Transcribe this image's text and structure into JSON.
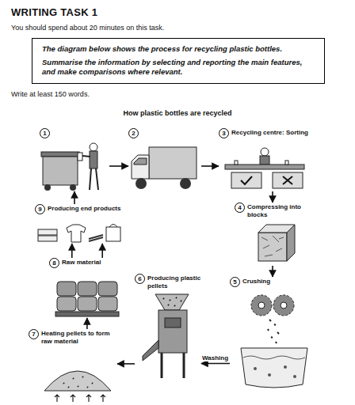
{
  "diagram": {
    "title": "How plastic bottles are recycled",
    "nodes": [
      {
        "text": [
          "The diagram below shows the process for recycling plastic bottles.",
          "Summarise the information by selecting and reporting the main features, and make comparisons where relevant."
        ]
      },
      {
        "text": [
          "1"
        ]
      },
      {
        "text": [
          "2"
        ]
      },
      {
        "text": [
          "3",
          "Recycling centre: Sorting"
        ]
      },
      {
        "text": [
          "4",
          "Compressing into blocks"
        ]
      },
      {
        "text": [
          "5",
          "Crushing"
        ]
      },
      {
        "text": [
          "6",
          "Producing plastic pellets"
        ]
      },
      {
        "text": [
          "7",
          "Heating pellets to form raw material"
        ]
      },
      {
        "text": [
          "8",
          "Raw material"
        ]
      },
      {
        "text": [
          "9",
          "Producing end products"
        ]
      }
    ],
    "edges": [
      {
        "from": 1,
        "to": 2,
        "arrow": "to"
      },
      {
        "from": 2,
        "to": 3,
        "arrow": "to"
      },
      {
        "from": 3,
        "to": 4,
        "arrow": "to"
      },
      {
        "from": 4,
        "to": 5,
        "arrow": "to"
      },
      {
        "from": 5,
        "to": 6,
        "label": "Washing",
        "arrow": "to"
      },
      {
        "from": 6,
        "to": 7,
        "arrow": "to"
      },
      {
        "from": 7,
        "to": 8,
        "arrow": "to"
      },
      {
        "from": 8,
        "to": 9,
        "arrow": "to"
      },
      {
        "from": 8,
        "to": 9,
        "arrow": "to"
      },
      {
        "from": 9,
        "to": 1,
        "arrow": "to"
      }
    ],
    "labels": [
      "WRITING TASK 1",
      "You should spend about 20 minutes on this task.",
      "Write at least 150 words."
    ]
  }
}
